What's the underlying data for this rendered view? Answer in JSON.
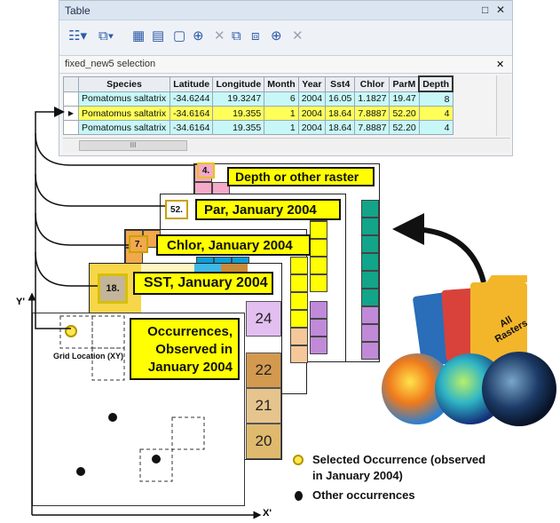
{
  "table": {
    "title": "Table",
    "ctrl_restore": "□",
    "ctrl_close": "✕",
    "selection_label": "fixed_new5 selection",
    "selection_close": "✕",
    "columns": [
      "Species",
      "Latitude",
      "Longitude",
      "Month",
      "Year",
      "Sst4",
      "Chlor",
      "ParM",
      "Depth"
    ],
    "rows": [
      {
        "species": "Pomatomus saltatrix",
        "lat": "-34.6244",
        "lon": "19.3247",
        "month": "6",
        "year": "2004",
        "sst": "16.05",
        "chlor": "1.1827",
        "par": "19.47",
        "depth": "8"
      },
      {
        "species": "Pomatomus saltatrix",
        "lat": "-34.6164",
        "lon": "19.355",
        "month": "1",
        "year": "2004",
        "sst": "18.64",
        "chlor": "7.8887",
        "par": "52.20",
        "depth": "4"
      },
      {
        "species": "Pomatomus saltatrix",
        "lat": "-34.6164",
        "lon": "19.355",
        "month": "1",
        "year": "2004",
        "sst": "18.64",
        "chlor": "7.8887",
        "par": "52.20",
        "depth": "4"
      }
    ],
    "current_row_marker": "▶",
    "scroll_thumb": "III"
  },
  "layers": {
    "depth": {
      "label": "Depth or other raster",
      "cell_value": "4.",
      "color": "#ffff00"
    },
    "par": {
      "label": "Par, January 2004",
      "cell_value": "52."
    },
    "chlor": {
      "label": "Chlor, January 2004",
      "cell_value": "7."
    },
    "sst": {
      "label": "SST, January 2004",
      "cell_value": "18.",
      "column_values": [
        "24",
        "22",
        "21",
        "20"
      ]
    },
    "occurrences": {
      "label_lines": [
        "Occurrences,",
        "Observed in",
        "January 2004"
      ]
    }
  },
  "axes": {
    "y_label": "Y'",
    "x_label": "X'",
    "grid_label": "Grid Location (XY)"
  },
  "folders": {
    "label_lines": [
      "All",
      "Rasters"
    ]
  },
  "legend": {
    "selected": "Selected Occurrence (observed",
    "selected_cont": "in January 2004)",
    "other": "Other occurrences"
  },
  "colors": {
    "highlight": "#ffff00",
    "selected_row": "#ffff5a",
    "normal_row": "#c8f7f7"
  }
}
